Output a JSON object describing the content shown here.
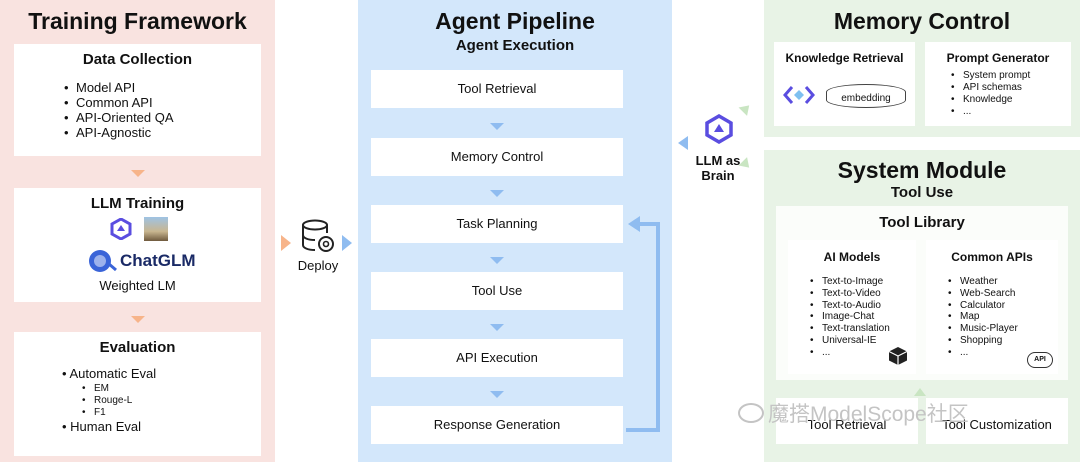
{
  "training": {
    "title": "Training Framework",
    "data_collection": {
      "title": "Data Collection",
      "items": [
        "Model API",
        "Common API",
        "API-Oriented QA",
        "API-Agnostic"
      ]
    },
    "llm_training": {
      "title": "LLM Training",
      "chatglm_label": "ChatGLM",
      "weighted": "Weighted LM"
    },
    "evaluation": {
      "title": "Evaluation",
      "auto": "Automatic Eval",
      "auto_items": [
        "EM",
        "Rouge-L",
        "F1"
      ],
      "human": "Human Eval"
    }
  },
  "deploy": {
    "label": "Deploy"
  },
  "pipeline": {
    "title": "Agent Pipeline",
    "subtitle": "Agent Execution",
    "steps": [
      "Tool Retrieval",
      "Memory Control",
      "Task Planning",
      "Tool Use",
      "API Execution",
      "Response Generation"
    ]
  },
  "brain": {
    "line1": "LLM as",
    "line2": "Brain"
  },
  "memory": {
    "title": "Memory Control",
    "knowledge": {
      "title": "Knowledge Retrieval",
      "embedding": "embedding"
    },
    "prompt": {
      "title": "Prompt Generator",
      "items": [
        "System prompt",
        "API schemas",
        "Knowledge",
        "..."
      ]
    }
  },
  "system": {
    "title": "System Module",
    "subtitle": "Tool Use",
    "library": {
      "title": "Tool Library",
      "ai_models": {
        "title": "AI Models",
        "items": [
          "Text-to-Image",
          "Text-to-Video",
          "Text-to-Audio",
          "Image-Chat",
          "Text-translation",
          "Universal-IE",
          "..."
        ]
      },
      "common_apis": {
        "title": "Common APIs",
        "items": [
          "Weather",
          "Web-Search",
          "Calculator",
          "Map",
          "Music-Player",
          "Shopping",
          "..."
        ],
        "api_badge": "API"
      }
    },
    "tool_retrieval": "Tool Retrieval",
    "tool_customization": "Tool Customization"
  },
  "watermark": "魔搭ModelScope社区",
  "colors": {
    "training_bg": "#f9e3e0",
    "pipeline_bg": "#d3e7fb",
    "memory_bg": "#e8f3e6",
    "orange_arrow": "#f7b48a",
    "blue_arrow": "#8fbcf0"
  }
}
